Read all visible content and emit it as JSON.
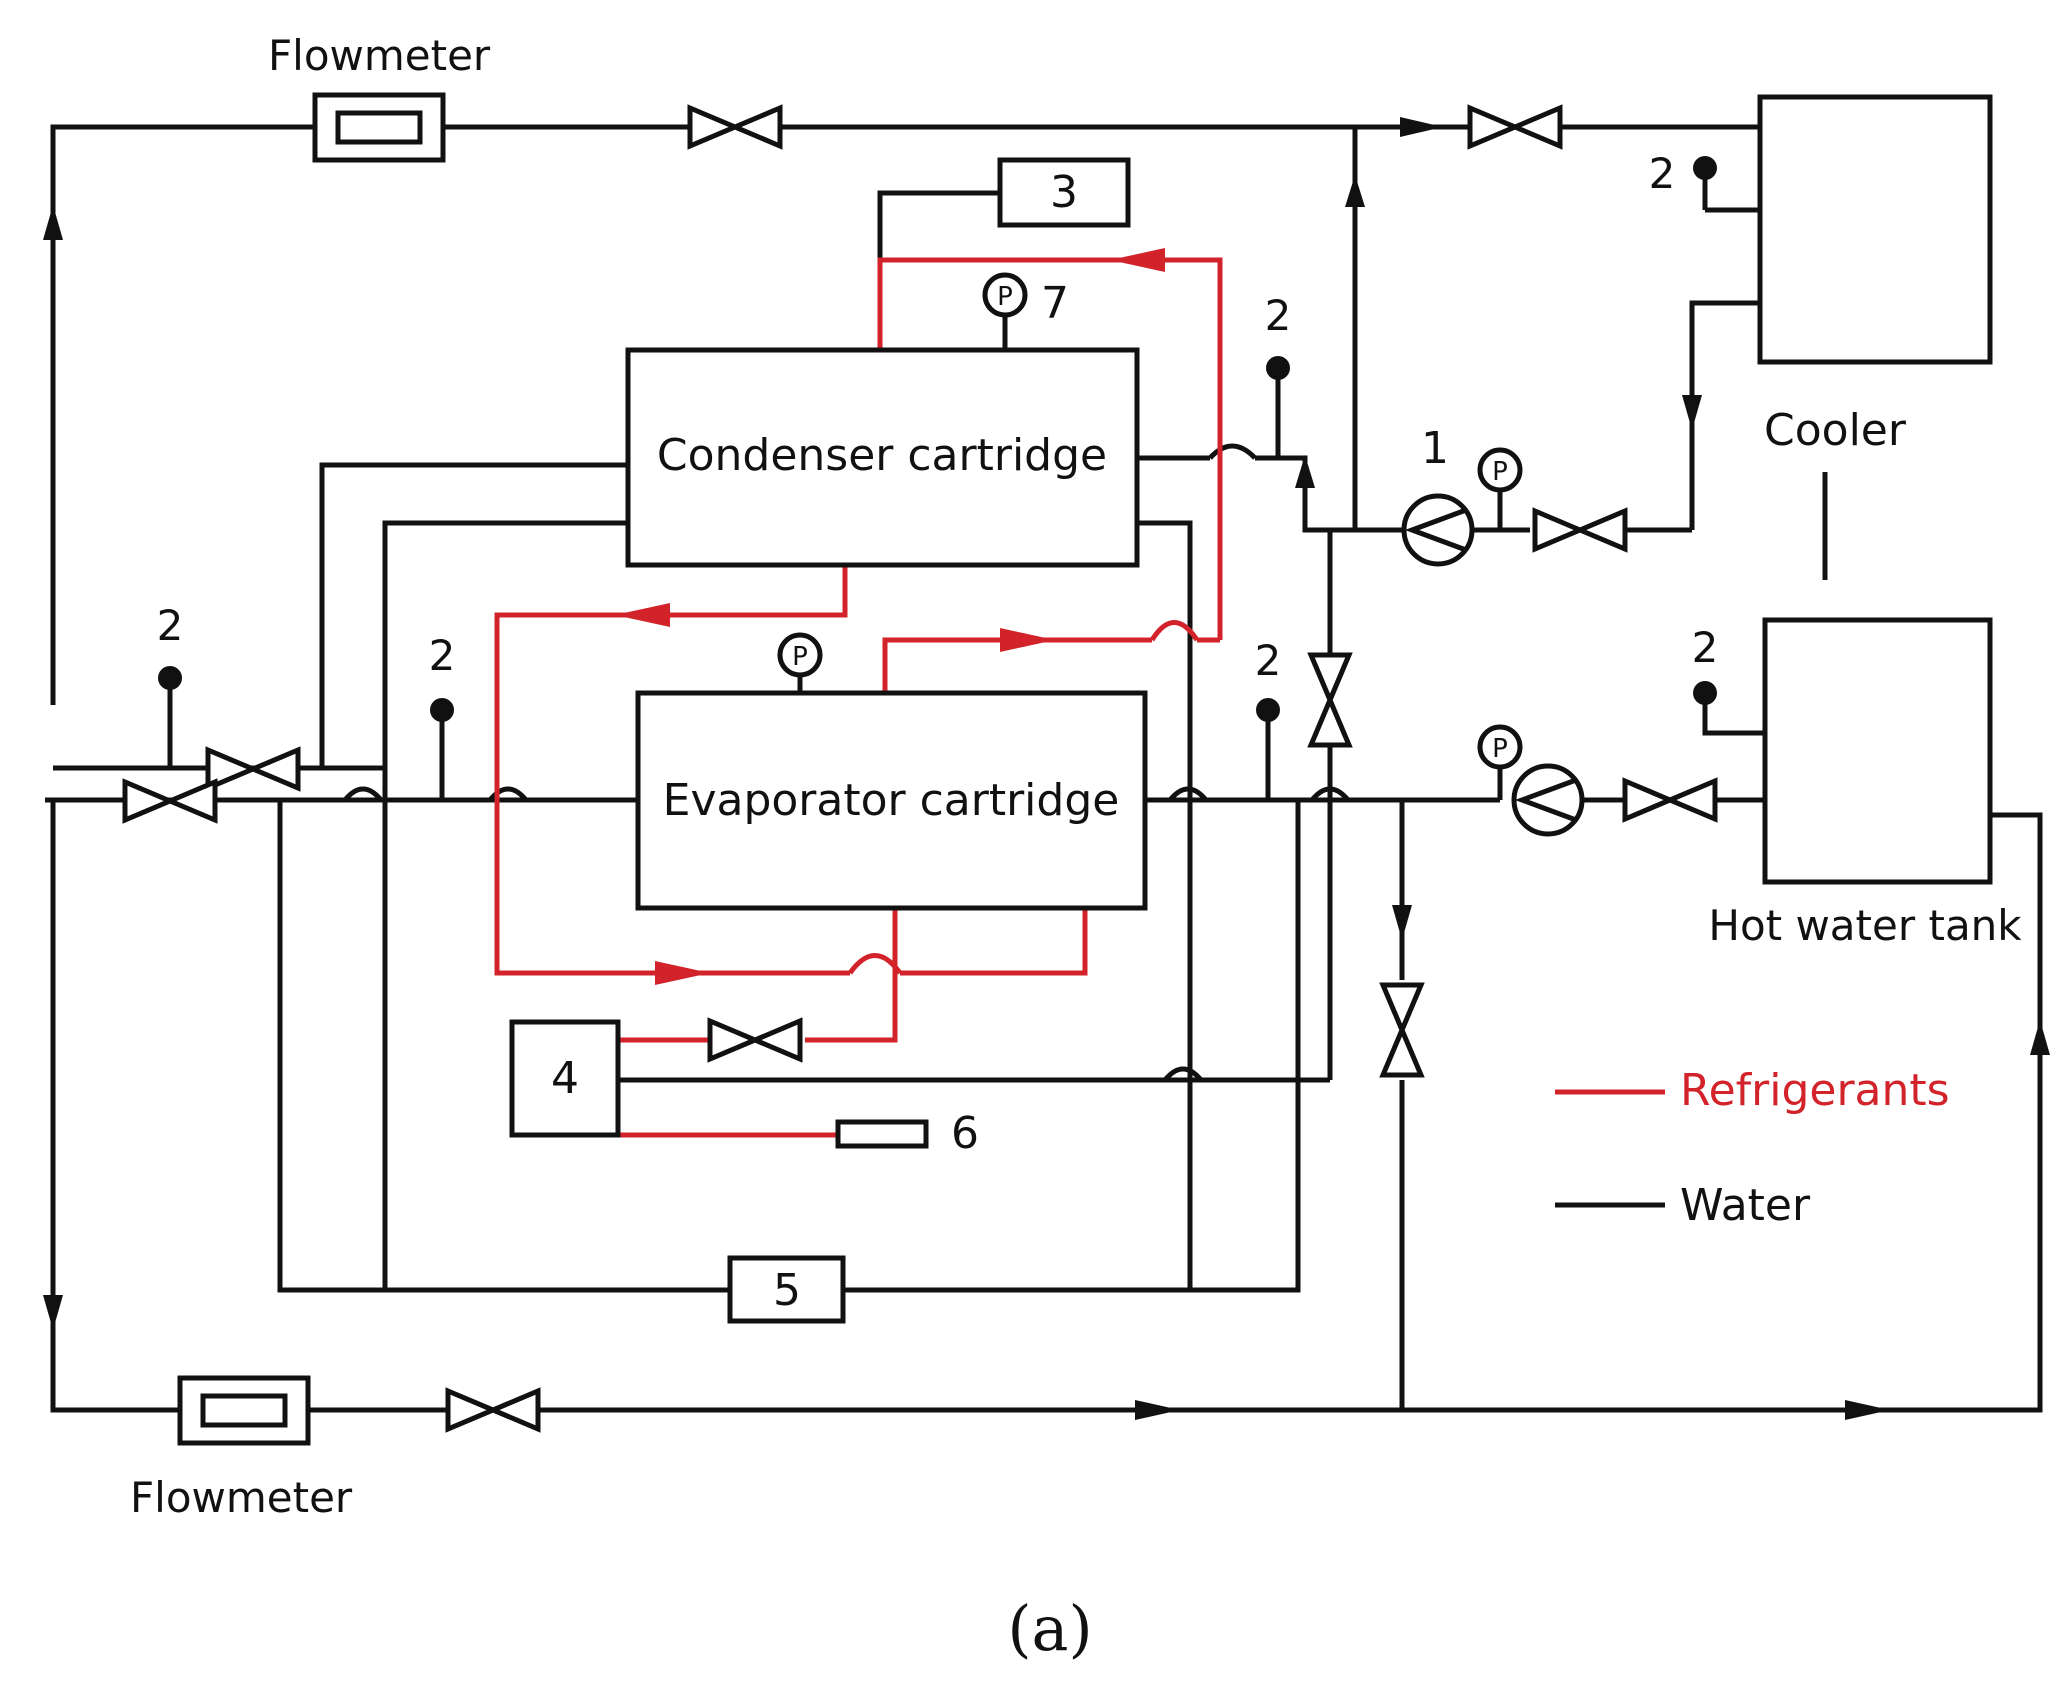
{
  "labels": {
    "flowmeter_top": "Flowmeter",
    "flowmeter_bottom": "Flowmeter",
    "condenser": "Condenser cartridge",
    "evaporator": "Evaporator cartridge",
    "cooler": "Cooler",
    "hot_water_tank": "Hot water tank",
    "num_1": "1",
    "num_2": "2",
    "num_3": "3",
    "num_4": "4",
    "num_5": "5",
    "num_6": "6",
    "num_7": "7",
    "pressure": "P"
  },
  "legend": {
    "refrigerants": "Refrigerants",
    "water": "Water"
  },
  "colors": {
    "refrigerant": "#d2232a",
    "water": "#111111"
  },
  "caption": "(a)"
}
